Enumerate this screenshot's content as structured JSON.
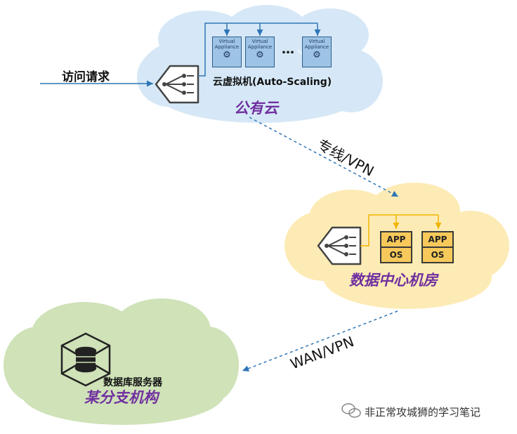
{
  "request_label": "访问请求",
  "public_cloud": {
    "name": "公有云",
    "vm_caption": "云虚拟机(Auto-Scaling)",
    "appliance_line1": "Virtual",
    "appliance_line2": "Appliance",
    "ellipsis": "…",
    "color": "#d6e8f7"
  },
  "link1_label": "专线/VPN",
  "datacenter": {
    "name": "数据中心机房",
    "app_top": "APP",
    "app_bottom": "OS",
    "color": "#fdebb5"
  },
  "link2_label": "WAN/VPN",
  "branch": {
    "name": "某分支机构",
    "db_caption": "数据库服务器",
    "color": "#cfe2b8"
  },
  "watermark": "非正常攻城狮的学习笔记",
  "colors": {
    "region_text": "#7030a0",
    "arrow_blue": "#2e75b6",
    "arrow_gold": "#f0b400"
  }
}
